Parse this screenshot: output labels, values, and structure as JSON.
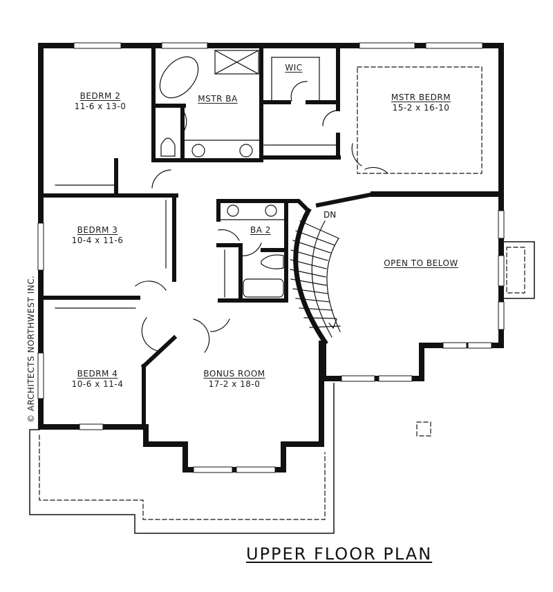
{
  "plan": {
    "title": "UPPER FLOOR PLAN",
    "copyright": "© ARCHITECTS NORTHWEST INC.",
    "stair_label": "DN",
    "rooms": [
      {
        "name": "BEDRM 2",
        "dims": "11-6 x 13-0"
      },
      {
        "name": "MSTR BA",
        "dims": ""
      },
      {
        "name": "WIC",
        "dims": ""
      },
      {
        "name": "MSTR BEDRM",
        "dims": "15-2 x 16-10"
      },
      {
        "name": "BEDRM 3",
        "dims": "10-4 x 11-6"
      },
      {
        "name": "BA 2",
        "dims": ""
      },
      {
        "name": "OPEN TO BELOW",
        "dims": ""
      },
      {
        "name": "BEDRM 4",
        "dims": "10-6 x 11-4"
      },
      {
        "name": "BONUS ROOM",
        "dims": "17-2 x 18-0"
      }
    ]
  }
}
